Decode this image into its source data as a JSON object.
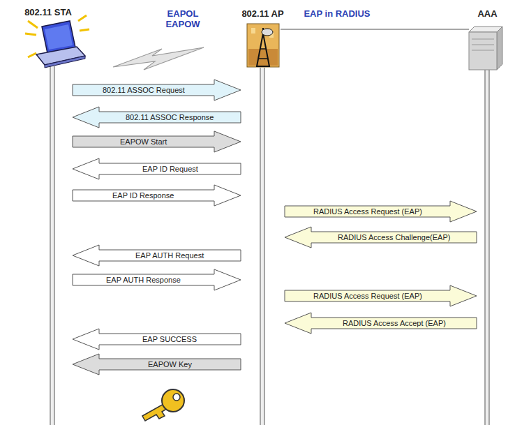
{
  "diagram": {
    "nodes": [
      {
        "text": [
          "802.11 STA"
        ]
      },
      {
        "text": [
          "802.11 AP"
        ]
      },
      {
        "text": [
          "AAA"
        ]
      }
    ],
    "edges": [
      {
        "from": 0,
        "to": 1,
        "label": "802.11 ASSOC Request",
        "arrow": "to"
      },
      {
        "from": 1,
        "to": 0,
        "label": "802.11 ASSOC Response",
        "arrow": "to"
      },
      {
        "from": 0,
        "to": 1,
        "label": "EAPOW Start",
        "arrow": "to"
      },
      {
        "from": 1,
        "to": 0,
        "label": "EAP ID Request",
        "arrow": "to"
      },
      {
        "from": 0,
        "to": 1,
        "label": "EAP ID Response",
        "arrow": "to"
      },
      {
        "from": 1,
        "to": 2,
        "label": "RADIUS Access Request (EAP)",
        "arrow": "to"
      },
      {
        "from": 2,
        "to": 1,
        "label": "RADIUS Access Challenge(EAP)",
        "arrow": "to"
      },
      {
        "from": 1,
        "to": 0,
        "label": "EAP AUTH Request",
        "arrow": "to"
      },
      {
        "from": 0,
        "to": 1,
        "label": "EAP AUTH Response",
        "arrow": "to"
      },
      {
        "from": 1,
        "to": 2,
        "label": "RADIUS Access Request (EAP)",
        "arrow": "to"
      },
      {
        "from": 2,
        "to": 1,
        "label": "RADIUS Access Accept (EAP)",
        "arrow": "to"
      },
      {
        "from": 1,
        "to": 0,
        "label": "EAP SUCCESS",
        "arrow": "to"
      },
      {
        "from": 1,
        "to": 0,
        "label": "EAPOW Key",
        "arrow": "to"
      }
    ],
    "labels": [
      "EAPOL EAPOW",
      "EAP in RADIUS"
    ]
  }
}
